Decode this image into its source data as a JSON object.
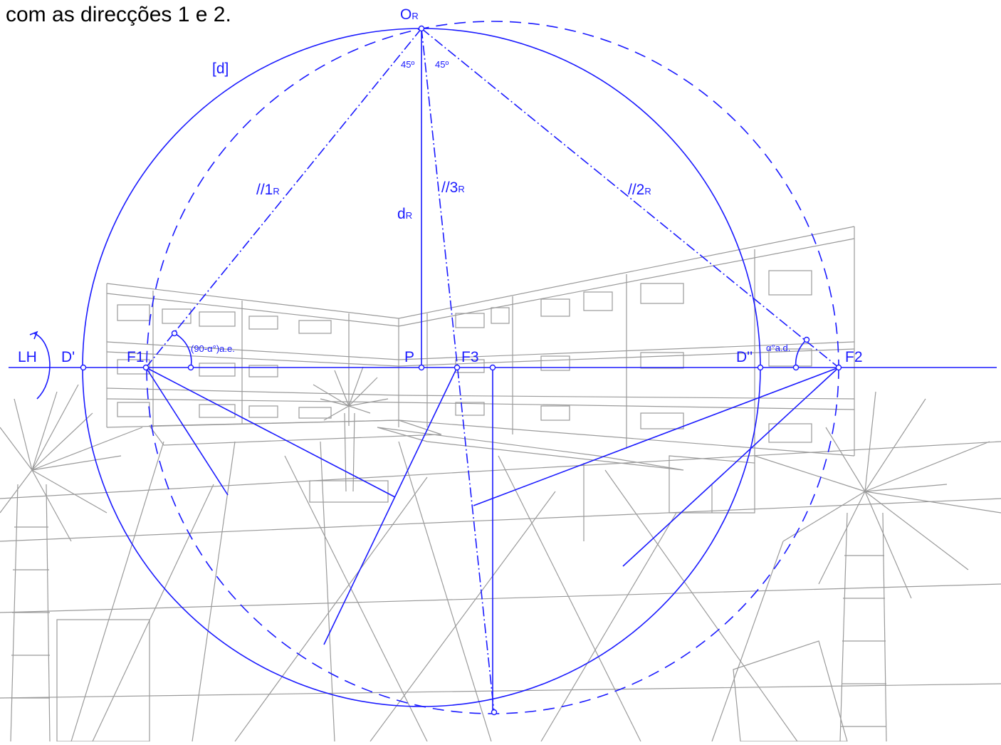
{
  "caption": "com as direcções 1 e 2.",
  "colors": {
    "construction": "#1a1aff",
    "background_sketch": "#9a9a9a",
    "caption": "#000000"
  },
  "labels": {
    "or_main": "O",
    "or_sub": "R",
    "d_circle": "[d]",
    "angle_left": "45º",
    "angle_right": "45º",
    "line1_main": "//1",
    "line1_sub": "R",
    "line3_main": "//3",
    "line3_sub": "R",
    "line2_main": "//2",
    "line2_sub": "R",
    "dr_main": "d",
    "dr_sub": "R",
    "lh": "LH",
    "d_prime": "D'",
    "f1": "F1",
    "angle_ae": "(90-α°)a.e.",
    "p": "P",
    "f3": "F3",
    "d_double_prime": "D''",
    "angle_ad": "α°a.d.",
    "f2": "F2"
  }
}
